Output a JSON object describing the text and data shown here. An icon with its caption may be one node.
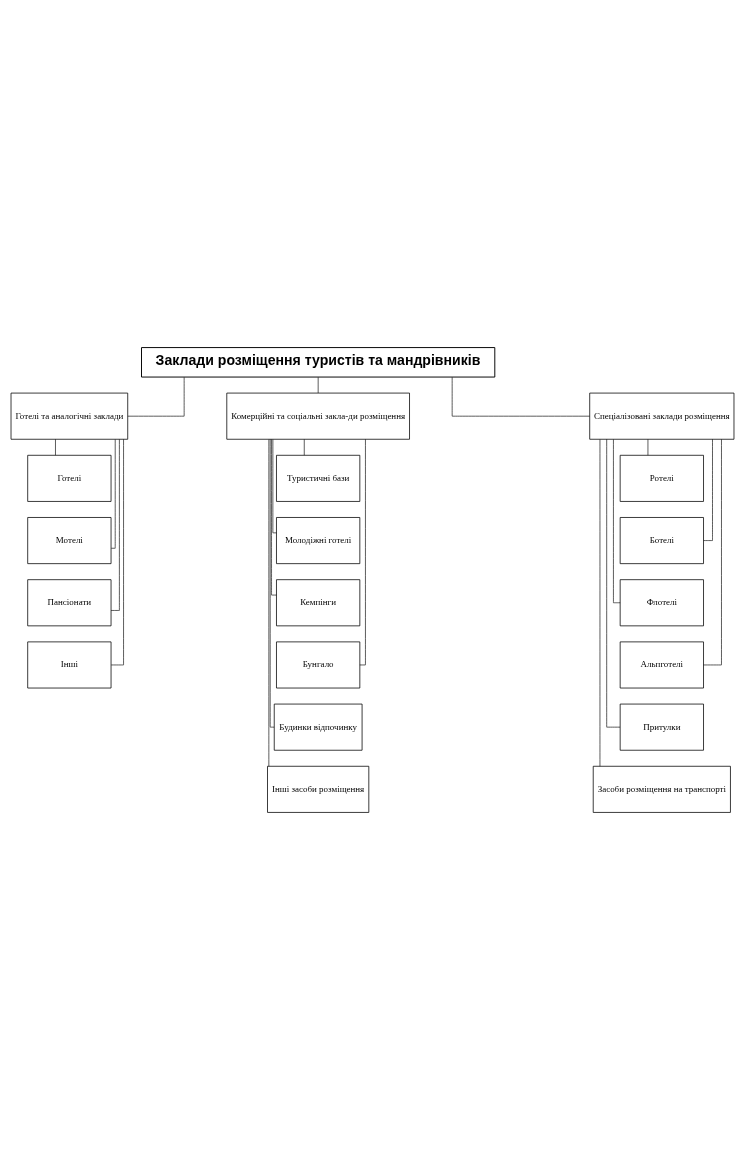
{
  "diagram": {
    "nodes": [
      {
        "text": [
          "Заклади розміщення туристів та мандрівників"
        ]
      },
      {
        "text": [
          "Готелі та аналогічні заклади"
        ]
      },
      {
        "text": [
          "Комерційні та соціальні закла-ди розміщення"
        ]
      },
      {
        "text": [
          "Спеціалізовані заклади розміщення"
        ]
      },
      {
        "text": [
          "Готелі"
        ]
      },
      {
        "text": [
          "Мотелі"
        ]
      },
      {
        "text": [
          "Пансіонати"
        ]
      },
      {
        "text": [
          "Інші"
        ]
      },
      {
        "text": [
          "Туристичні бази"
        ]
      },
      {
        "text": [
          "Молодіжні готелі"
        ]
      },
      {
        "text": [
          "Кемпінги"
        ]
      },
      {
        "text": [
          "Бунгало"
        ]
      },
      {
        "text": [
          "Будинки відпочинку"
        ]
      },
      {
        "text": [
          "Інші засоби розміщення"
        ]
      },
      {
        "text": [
          "Ротелі"
        ]
      },
      {
        "text": [
          "Ботелі"
        ]
      },
      {
        "text": [
          "Флотелі"
        ]
      },
      {
        "text": [
          "Альпготелі"
        ]
      },
      {
        "text": [
          "Притулки"
        ]
      },
      {
        "text": [
          "Засоби розміщення на транспорті"
        ]
      }
    ],
    "edges": [
      {
        "from": 0,
        "to": 1,
        "arrow": "none"
      },
      {
        "from": 0,
        "to": 2,
        "arrow": "none"
      },
      {
        "from": 0,
        "to": 3,
        "arrow": "none"
      },
      {
        "from": 1,
        "to": 4,
        "arrow": "none"
      },
      {
        "from": 1,
        "to": 5,
        "arrow": "none"
      },
      {
        "from": 1,
        "to": 6,
        "arrow": "none"
      },
      {
        "from": 1,
        "to": 7,
        "arrow": "none"
      },
      {
        "from": 2,
        "to": 8,
        "arrow": "none"
      },
      {
        "from": 2,
        "to": 9,
        "arrow": "none"
      },
      {
        "from": 2,
        "to": 10,
        "arrow": "none"
      },
      {
        "from": 2,
        "to": 11,
        "arrow": "none"
      },
      {
        "from": 2,
        "to": 12,
        "arrow": "none"
      },
      {
        "from": 2,
        "to": 13,
        "arrow": "none"
      },
      {
        "from": 3,
        "to": 14,
        "arrow": "none"
      },
      {
        "from": 3,
        "to": 15,
        "arrow": "none"
      },
      {
        "from": 3,
        "to": 16,
        "arrow": "none"
      },
      {
        "from": 3,
        "to": 17,
        "arrow": "none"
      },
      {
        "from": 3,
        "to": 18,
        "arrow": "none"
      },
      {
        "from": 3,
        "to": 19,
        "arrow": "none"
      }
    ]
  }
}
